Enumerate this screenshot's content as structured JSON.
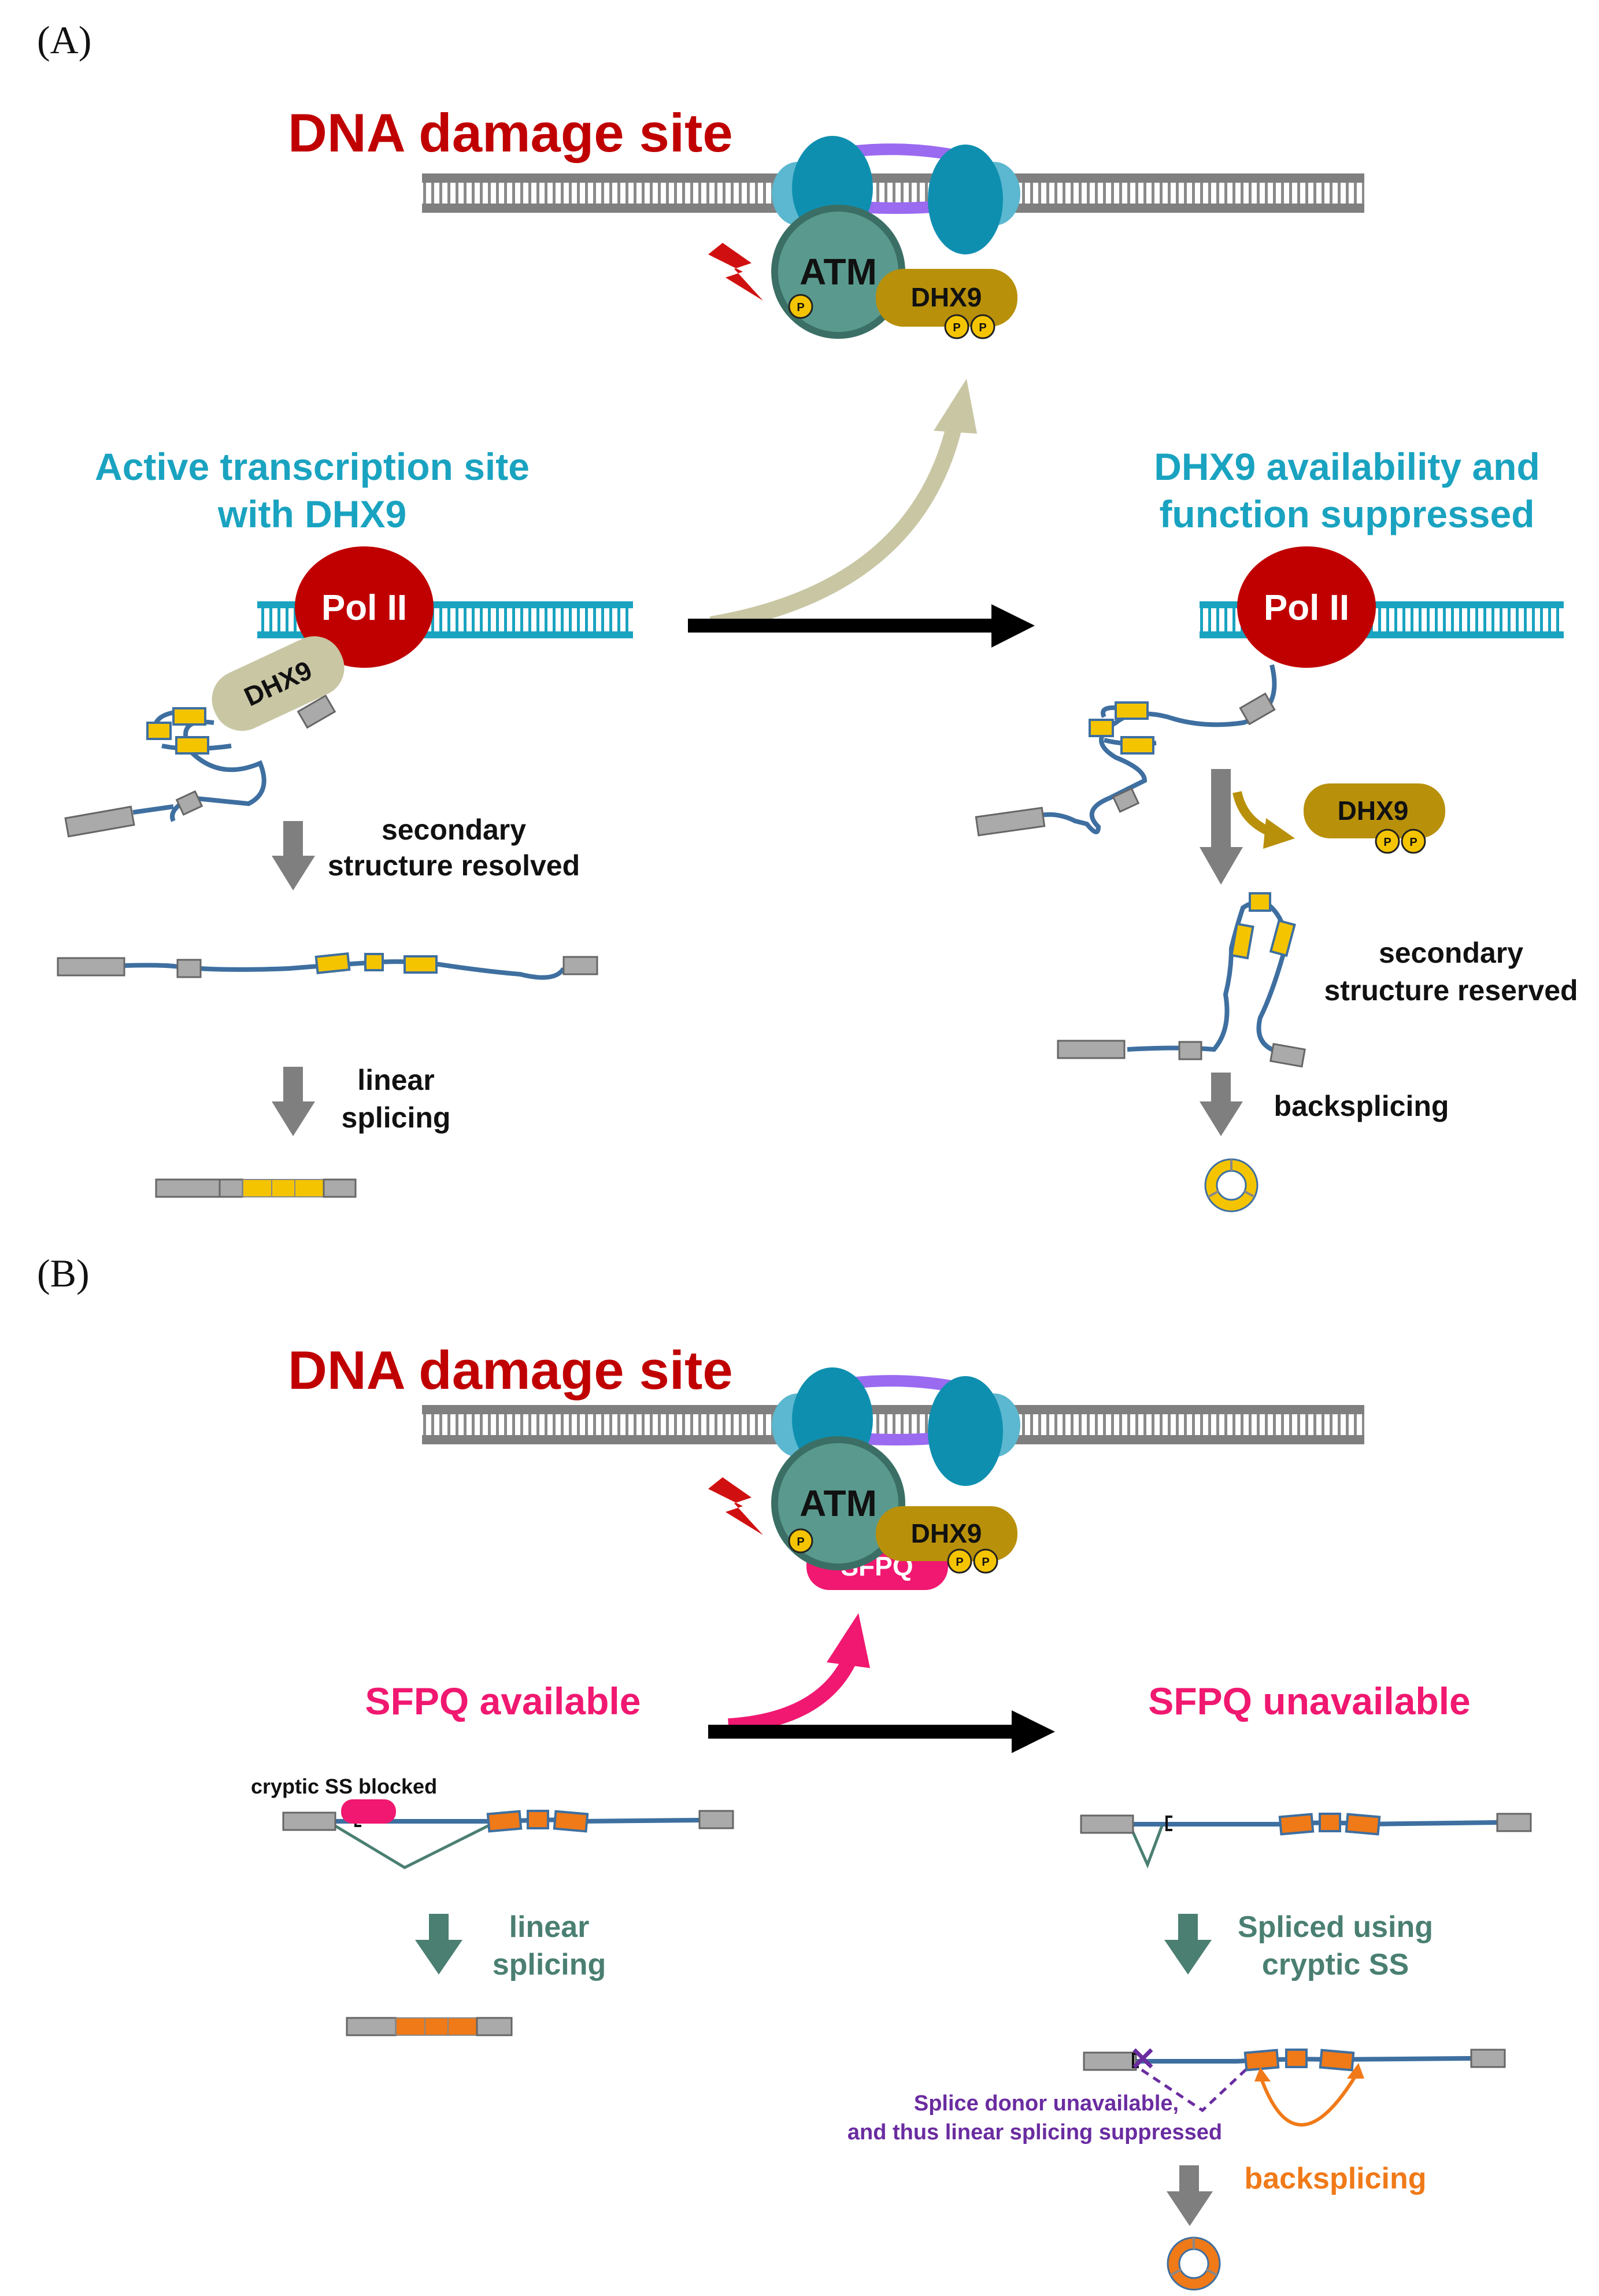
{
  "panels": {
    "a": {
      "label": "(A)",
      "damage_title": "DNA damage site",
      "atm": "ATM",
      "dhx9_phospho": "DHX9",
      "left_title_line1": "Active transcription site",
      "left_title_line2": "with DHX9",
      "right_title_line1": "DHX9 availability and",
      "right_title_line2": "function suppressed",
      "pol2_left": "Pol II",
      "pol2_right": "Pol II",
      "dhx9_left": "DHX9",
      "dhx9_released": "DHX9",
      "step1_line1": "secondary",
      "step1_line2": "structure resolved",
      "step2_line1": "linear",
      "step2_line2": "splicing",
      "step3_line1": "secondary",
      "step3_line2": "structure reserved",
      "step4": "backsplicing",
      "phospho": "P"
    },
    "b": {
      "label": "(B)",
      "damage_title": "DNA damage site",
      "atm": "ATM",
      "dhx9_phospho": "DHX9",
      "sfpq": "SFPQ",
      "left_title": "SFPQ available",
      "right_title": "SFPQ unavailable",
      "cryptic_label": "cryptic SS blocked",
      "step1_line1": "linear",
      "step1_line2": "splicing",
      "step2_line1": "Spliced using",
      "step2_line2": "cryptic SS",
      "donor_line1": "Splice donor unavailable,",
      "donor_line2": "and thus linear splicing suppressed",
      "backsplicing": "backsplicing",
      "phospho": "P"
    }
  },
  "colors": {
    "dna_gray": "#7f7f7f",
    "dna_teal": "#1aa3c0",
    "pol2_red": "#c00000",
    "atm_green": "#5a9a8e",
    "dhx9_gold": "#b8900a",
    "dhx9_tan": "#c9c6a4",
    "exon_yellow": "#f5c400",
    "exon_orange": "#f07a18",
    "exon_gray": "#aaaaaa",
    "rna_blue": "#3e6fa0",
    "sfpq_pink": "#f01870",
    "splice_green": "#4a7f72",
    "donor_purple": "#6a2ca0"
  }
}
